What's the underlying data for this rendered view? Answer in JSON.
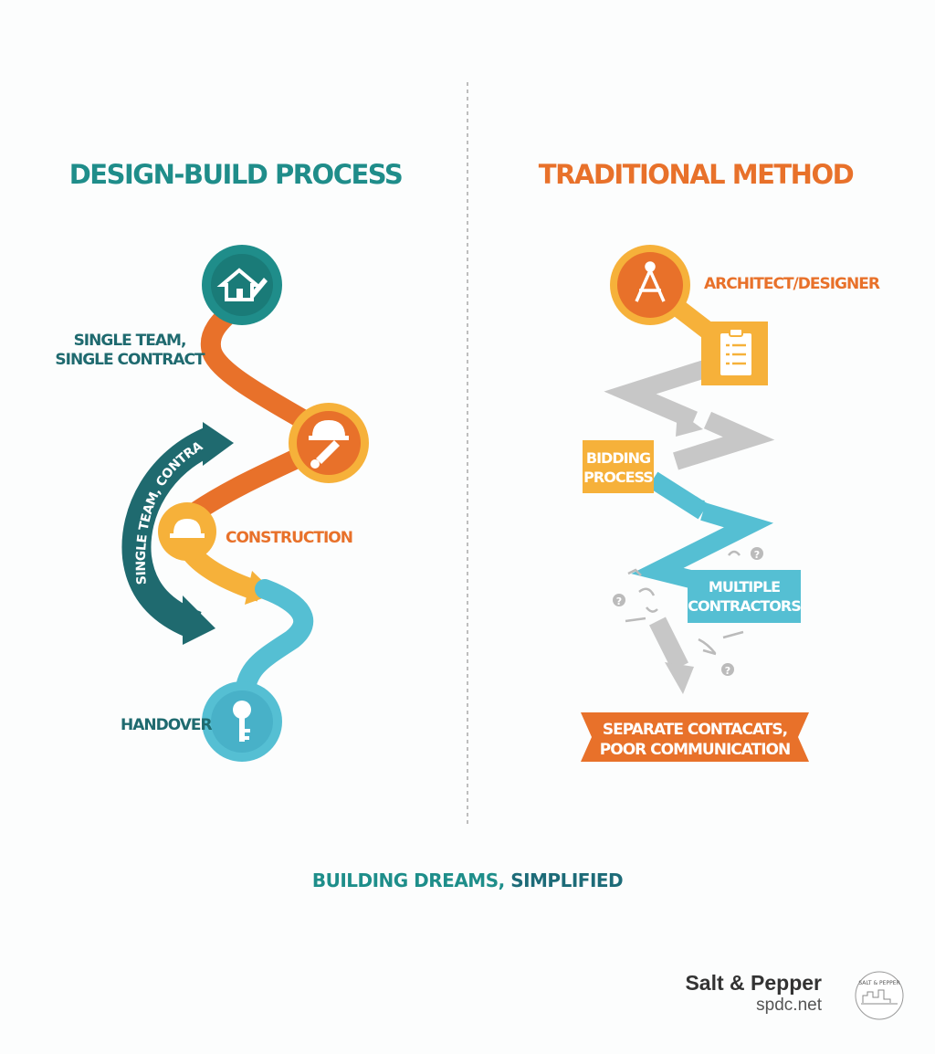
{
  "colors": {
    "teal": "#1f8d8a",
    "dark_teal": "#1f6a6f",
    "orange": "#e8712a",
    "yellow": "#f6b13a",
    "light_blue": "#55bfd3",
    "gray": "#c7c7c7"
  },
  "left": {
    "title": "DESIGN-BUILD PROCESS",
    "single_team_line1": "SINGLE TEAM,",
    "single_team_line2": "SINGLE CONTRACT",
    "arc_label": "SINGLE TEAM, CONTRACT",
    "construction": "CONSTRUCTION",
    "handover": "HANDOVER",
    "icons": [
      "house-design-icon",
      "hardhat-wrench-icon",
      "hardhat-icon",
      "key-icon"
    ]
  },
  "right": {
    "title": "TRADITIONAL METHOD",
    "architect": "ARCHITECT/DESIGNER",
    "bidding_line1": "BIDDING",
    "bidding_line2": "PROCESS",
    "contractors_line1": "MULTIPLE",
    "contractors_line2": "CONTRACTORS",
    "banner_line1": "SEPARATE CONTACATS,",
    "banner_line2": "POOR COMMUNICATION",
    "icons": [
      "compass-icon",
      "clipboard-icon",
      "question-icon"
    ]
  },
  "footer": {
    "part1": "BUILDING DREAMS,",
    "part2": "SIMPLIFIED"
  },
  "brand": {
    "name": "Salt & Pepper",
    "site": "spdc.net",
    "logo_text": "SALT & PEPPER"
  }
}
